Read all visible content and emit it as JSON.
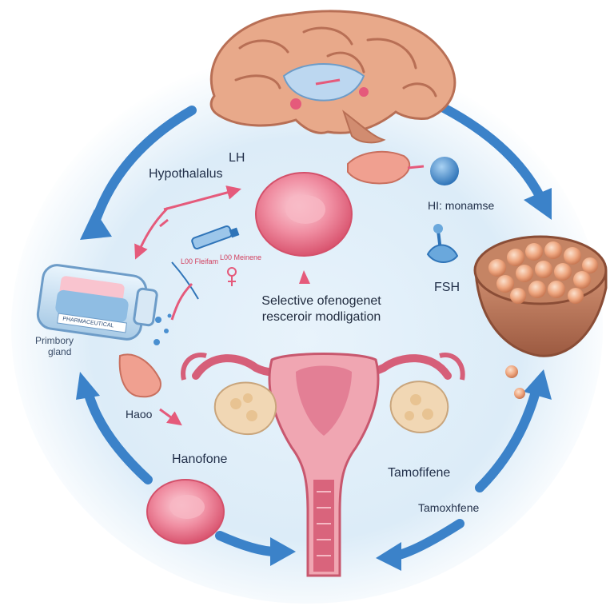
{
  "labels": {
    "lh": "LH",
    "hypothalamus": "Hypothalalus",
    "hl_monamse": "HI: monamse",
    "fsh": "FSH",
    "selective_line1": "Selective ofenogenet",
    "selective_line2": "resceroir modligation",
    "pituitary_line1": "Primbory",
    "pituitary_line2": "gland",
    "haoo": "Haoo",
    "hanofone": "Hanofone",
    "tamofifene": "Tamofifene",
    "tamoxifene": "Tamoxhfene",
    "tiny_1": "L00 Fleifam",
    "tiny_2": "L00 Meinene",
    "vial_label": "PHARMACEUTICAL"
  },
  "colors": {
    "background_glow": "#dcecf8",
    "arrow_blue": "#3b82c9",
    "hormone_pink": "#e55a7b",
    "brain": "#e8a98a",
    "ovary_cream": "#f1d7b4",
    "uterus_pink": "#e98a9a",
    "follicle_orange": "#e9a27c",
    "bowl": "#b9745a"
  },
  "icons": [
    "brain-icon",
    "vial-icon",
    "uterus-icon",
    "ovary-icon",
    "bowl-icon",
    "cell-icon",
    "gland-icon",
    "female-symbol-icon",
    "molecule-icon"
  ]
}
